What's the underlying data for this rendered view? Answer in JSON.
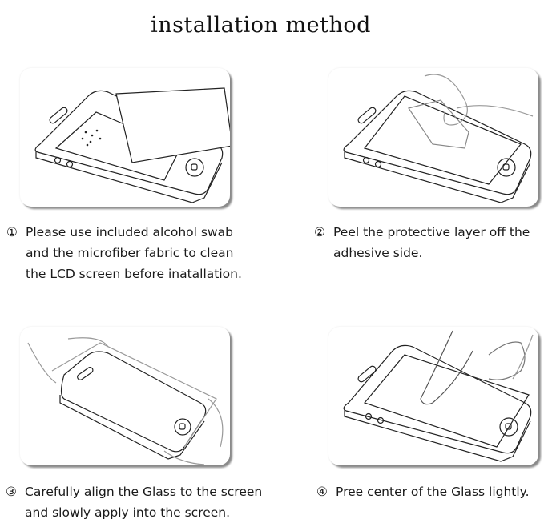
{
  "title": "installation method",
  "steps": [
    {
      "number": "①",
      "lines": [
        "Please use included alcohol swab",
        "and the microfiber fabric to clean",
        "the LCD screen before inatallation."
      ],
      "illustration": "phone-with-cleaning-cloth"
    },
    {
      "number": "②",
      "lines": [
        "Peel the protective layer off the",
        "adhesive side."
      ],
      "illustration": "hand-peeling-protective-layer"
    },
    {
      "number": "③",
      "lines": [
        "Carefully align the Glass to the screen",
        "and slowly apply into the screen."
      ],
      "illustration": "hands-aligning-glass"
    },
    {
      "number": "④",
      "lines": [
        "Pree center of the Glass lightly."
      ],
      "illustration": "finger-pressing-glass-center"
    }
  ],
  "colors": {
    "line_art": "#222222",
    "shadow": "#8a8a8a",
    "text": "#1a1a1a"
  }
}
